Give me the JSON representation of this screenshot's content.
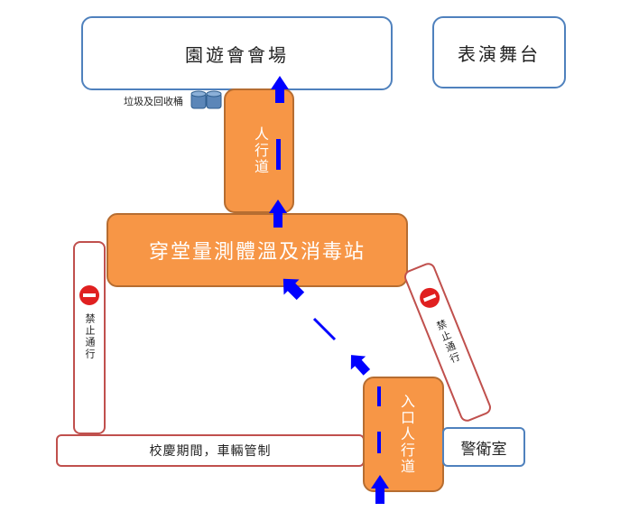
{
  "venue": {
    "label": "園遊會會場"
  },
  "stage": {
    "label": "表演舞台"
  },
  "bins": {
    "label": "垃圾及回收桶"
  },
  "walkway_top": {
    "label": "人行道"
  },
  "station": {
    "label": "穿堂量測體溫及消毒站"
  },
  "left_blocked": {
    "label": "禁止通行"
  },
  "right_blocked": {
    "label": "禁止通行"
  },
  "traffic_control": {
    "label": "校慶期間，車輛管制"
  },
  "entrance_walkway": {
    "label": "入口人行道"
  },
  "guard_room": {
    "label": "警衛室"
  },
  "colors": {
    "arrow": "#0000ff",
    "orange": "#f79646",
    "blue_border": "#4f81bd",
    "red_border": "#c0504d",
    "noentry": "#e02020"
  },
  "icons": {
    "arrow": "arrow-up-icon",
    "noentry": "no-entry-icon",
    "bins": "trash-bin-icon"
  }
}
